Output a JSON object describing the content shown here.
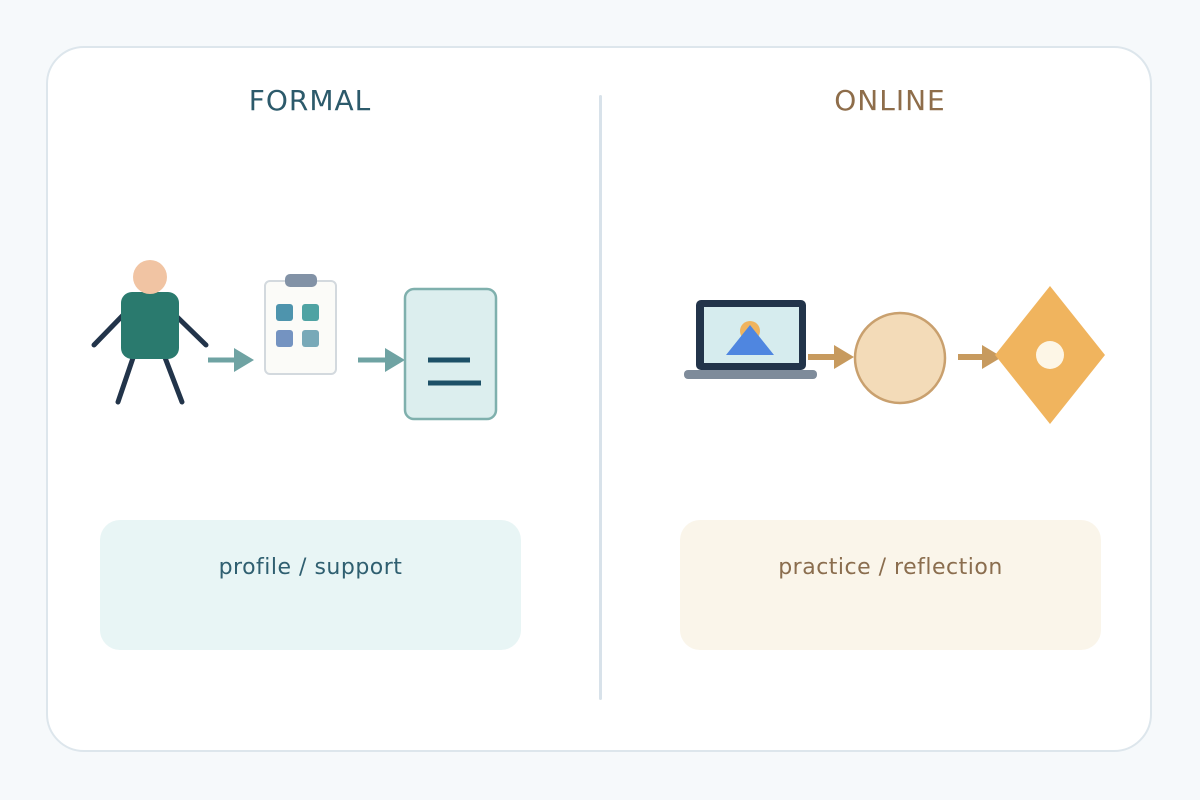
{
  "left_panel": {
    "heading": "FORMAL",
    "caption": "profile / support",
    "icons": [
      "person-icon",
      "arrow-right-icon",
      "clipboard-icon",
      "arrow-right-icon",
      "document-icon"
    ]
  },
  "right_panel": {
    "heading": "ONLINE",
    "caption": "practice / reflection",
    "icons": [
      "laptop-icon",
      "arrow-right-icon",
      "circle-node-icon",
      "arrow-right-icon",
      "diamond-node-icon"
    ]
  },
  "colors": {
    "formal_accent": "#2c5a6b",
    "formal_arrow": "#6fa3a3",
    "online_accent": "#8e6d4a",
    "online_arrow": "#c79a5e",
    "diamond_fill": "#f0b45e"
  }
}
